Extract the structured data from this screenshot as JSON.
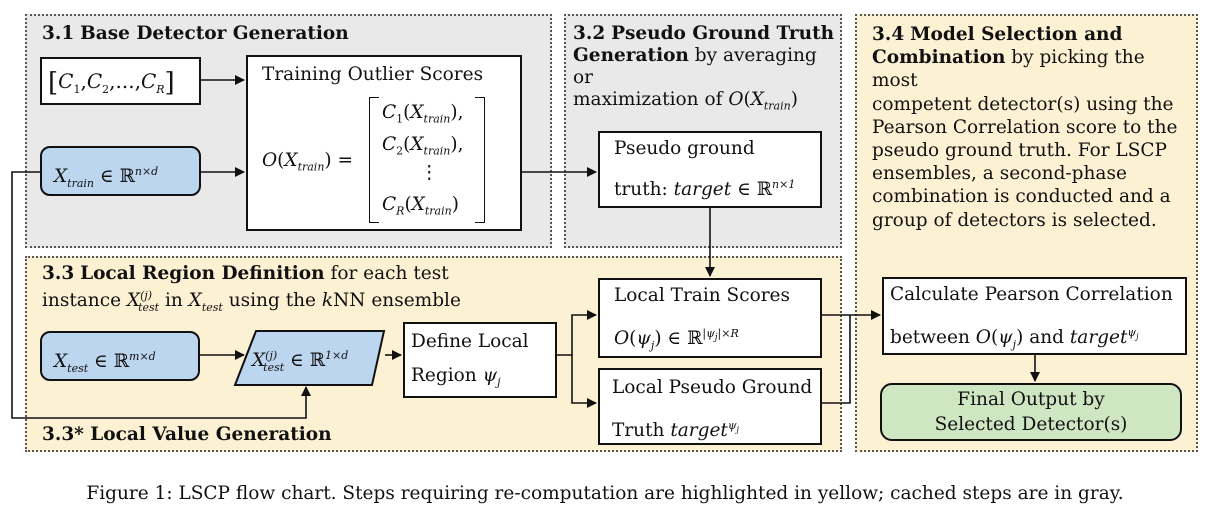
{
  "sections": {
    "s31": {
      "num": "3.1",
      "title": "Base Detector Generation"
    },
    "s32": {
      "num": "3.2",
      "title": "Pseudo Ground Truth",
      "title2": "Generation",
      "desc1": " by averaging or",
      "desc2": "maximization of "
    },
    "s33": {
      "num": "3.3",
      "title": "Local Region Definition",
      "desc1": " for each test",
      "desc2a": "instance ",
      "desc2b": " in ",
      "desc2c": " using the ",
      "desc2d": "NN ensemble"
    },
    "s33star": {
      "title": "3.3* Local Value Generation"
    },
    "s34": {
      "num": "3.4",
      "title1": "Model Selection and",
      "title2": "Combination",
      "lines": [
        " by picking the most",
        "competent detector(s) using the",
        "Pearson Correlation score to the",
        "pseudo ground truth. For LSCP",
        "ensembles, a second-phase",
        "combination is conducted and a",
        "group of detectors is selected."
      ]
    }
  },
  "boxes": {
    "detectors": "[C1, C2, ..., CR]",
    "training_scores_title": "Training Outlier Scores",
    "x_train": "X_train ∈ ℝ^{n×d}",
    "pseudo_gt_line1": "Pseudo ground",
    "pseudo_gt_line2": "truth: ",
    "x_test": "X_test ∈ ℝ^{m×d}",
    "x_test_j": "X_test^(j) ∈ ℝ^{1×d}",
    "define_local_line1": "Define Local",
    "define_local_line2": "Region ",
    "local_train_title": "Local Train Scores",
    "local_pseudo_line1": "Local Pseudo Ground",
    "local_pseudo_line2": "Truth ",
    "calc_line1": "Calculate Pearson Correlation",
    "calc_line2a": "between ",
    "calc_line2b": " and ",
    "final_line1": "Final Output by",
    "final_line2": "Selected Detector(s)"
  },
  "caption": "Figure 1: LSCP flow chart. Steps requiring re-computation are highlighted in yellow; cached steps are in gray.",
  "colors": {
    "gray_panel": "#e9e9e9",
    "yellow_panel": "#fdf1d3",
    "blue_box": "#bcd6ef",
    "green_box": "#cfe6c2"
  }
}
